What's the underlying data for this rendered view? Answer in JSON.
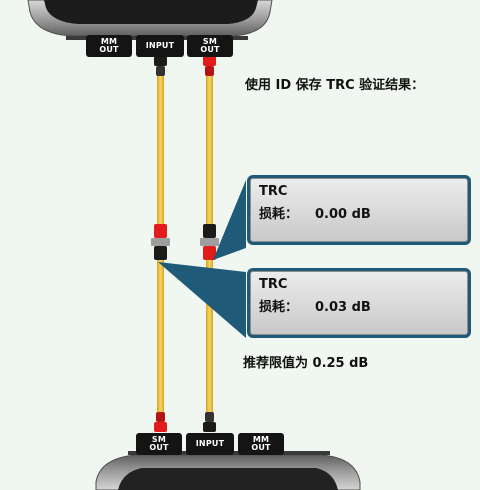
{
  "ports_top": [
    {
      "id": "mm_out",
      "label": "MM\nOUT"
    },
    {
      "id": "input",
      "label": "INPUT"
    },
    {
      "id": "sm_out",
      "label": "SM\nOUT"
    }
  ],
  "ports_bottom": [
    {
      "id": "sm_out",
      "label": "SM\nOUT"
    },
    {
      "id": "input",
      "label": "INPUT"
    },
    {
      "id": "mm_out",
      "label": "MM\nOUT"
    }
  ],
  "instruction": "使用 ID 保存 TRC 验证结果：",
  "callouts": [
    {
      "title": "TRC",
      "loss_label": "损耗：",
      "loss_value": "0.00 dB"
    },
    {
      "title": "TRC",
      "loss_label": "损耗：",
      "loss_value": "0.03 dB"
    }
  ],
  "limit_note": "推荐限值为 0.25 dB",
  "colors": {
    "fiber": "#f0c13f",
    "connector_red": "#e21b1b",
    "connector_black": "#1b1b1b",
    "callout_border": "#1f5a78",
    "port_label_bg": "#141414"
  }
}
